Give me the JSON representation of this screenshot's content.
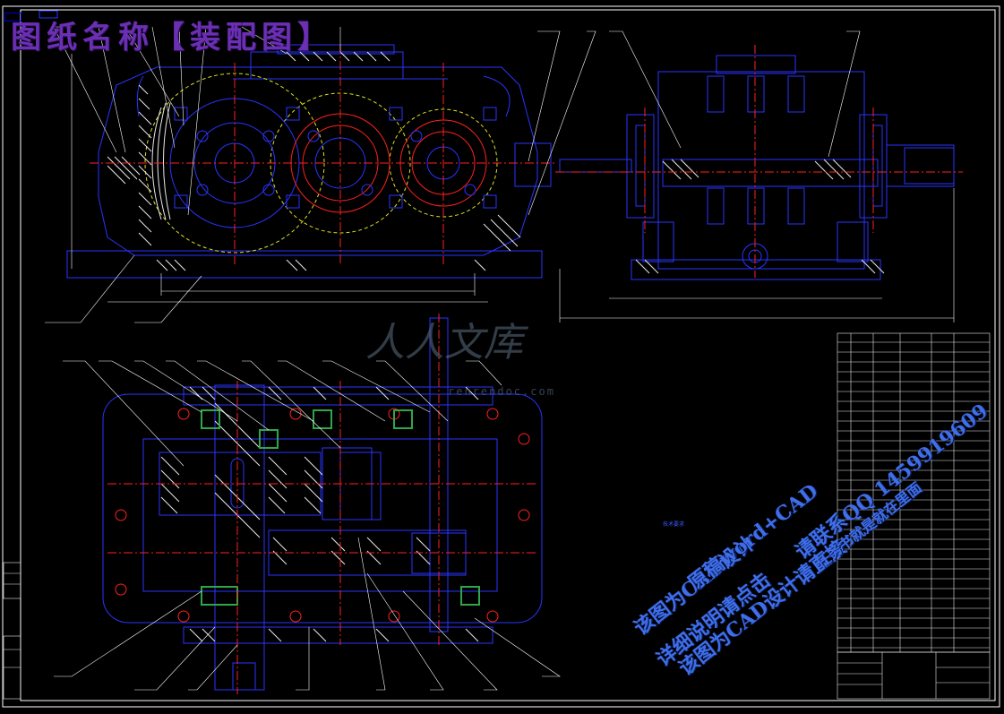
{
  "drawing": {
    "title_overlay": "图纸名称【装配图】",
    "corner_stamp": "",
    "watermarks": {
      "logo_text": "人人文库",
      "domain_text": "renrendoc.com",
      "diagonal_lines": [
        "该图为CAD设计",
        "原稿word+CAD",
        "请联系QQ 1459919609",
        "详细说明请点击",
        "该图为CAD设计请直接",
        "任务书就是就在里面"
      ]
    },
    "notes": {
      "title": "技术要求",
      "lines": [
        "",
        "",
        "",
        "",
        "",
        "",
        ""
      ]
    },
    "title_block_name": ""
  },
  "colors": {
    "frame": "#ffffff",
    "outline": "#2a34ff",
    "centerline": "#ff2020",
    "hatch": "#e8e8e8",
    "pitch": "#e0e020",
    "leader": "#ffffff",
    "title_purple": "#6b2fb3",
    "watermark_blue": "#3f6ee8"
  }
}
